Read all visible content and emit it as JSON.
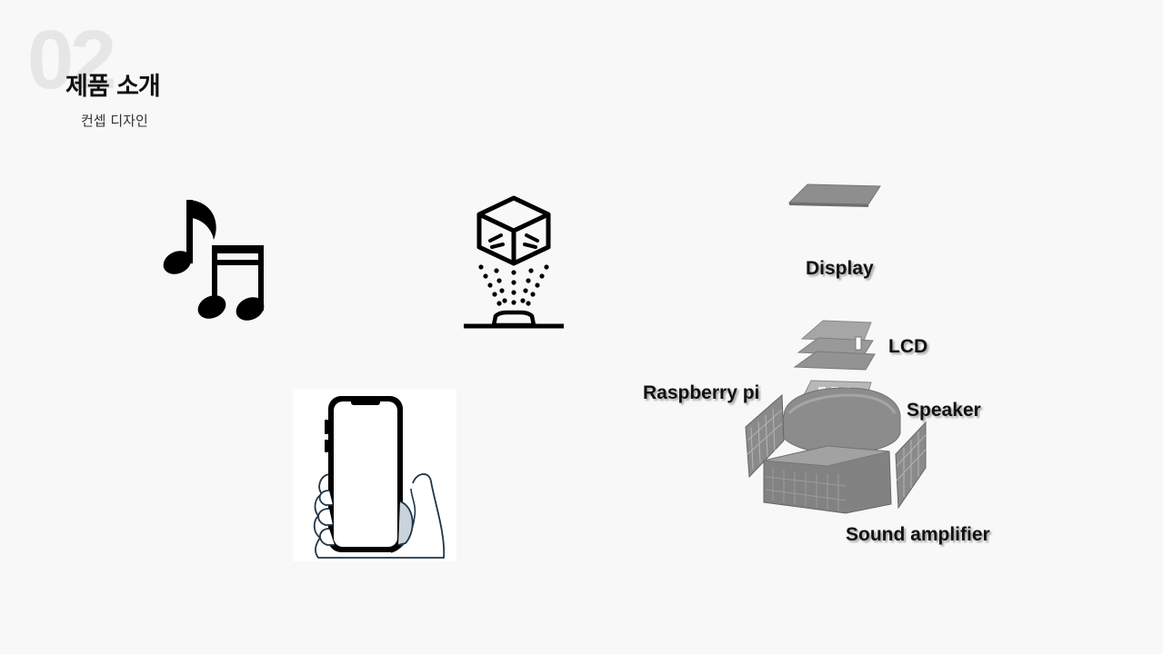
{
  "header": {
    "section_number": "02",
    "title": "제품 소개",
    "subtitle": "컨셉 디자인"
  },
  "diagram": {
    "labels": {
      "display": "Display",
      "lcd": "LCD",
      "raspberry_pi": "Raspberry pi",
      "speaker": "Speaker",
      "sound_amplifier": "Sound amplifier"
    }
  },
  "icons": {
    "music": "music-notes-icon",
    "hologram": "hologram-cube-icon",
    "phone": "hand-holding-phone-icon"
  }
}
